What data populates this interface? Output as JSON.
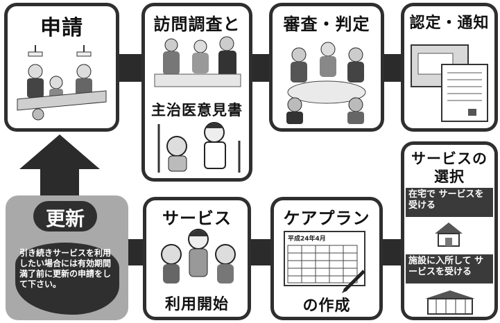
{
  "steps": {
    "apply": {
      "title": "申請"
    },
    "visit": {
      "title": "訪問調査と",
      "subtitle": "主治医意見書"
    },
    "review": {
      "title": "審査・判定"
    },
    "notify": {
      "title": "認定・通知"
    },
    "select": {
      "title_line1": "サービスの",
      "title_line2": "選択",
      "option_home": "在宅で サービスを受ける",
      "option_facility": "施設に入所して サービスを受ける"
    },
    "careplan": {
      "title": "ケアプラン",
      "subtitle": "の作成",
      "calendar_header": "平成24年4月"
    },
    "service_start": {
      "title": "サービス",
      "subtitle": "利用開始"
    },
    "renew": {
      "title": "更新",
      "note": "引き続きサービスを利用したい場合には有効期間満了前に更新の申請をして下さい。"
    }
  },
  "colors": {
    "card_border": "#2f2f2f",
    "connector": "#2b2b2b",
    "renew_bg": "#a9a9a9",
    "label_bg": "#3a3a3a"
  }
}
